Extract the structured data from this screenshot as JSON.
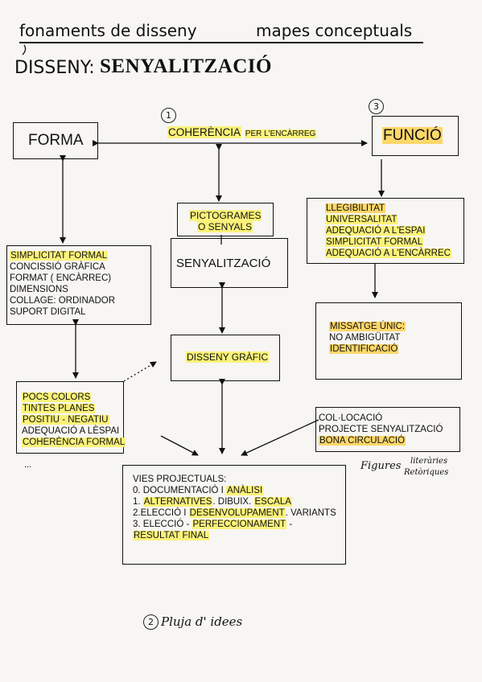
{
  "header": {
    "subject": "fonaments de disseny",
    "topic": "mapes conceptuals"
  },
  "title": {
    "label": "DISSENY:",
    "value": "SENYALITZACIÓ"
  },
  "nodes": {
    "forma": "FORMA",
    "funcio": "FUNCIÓ",
    "coherencia_a": "COHERÈNCIA",
    "coherencia_b": "PER L'ENCÀRREG",
    "pictogrames_1": "PICTOGRAMES",
    "pictogrames_2": "O SENYALS",
    "senyalitzacio": "SENYALITZACIÓ",
    "disseny_grafic": "DISSENY GRÀFIC"
  },
  "markers": {
    "num1": "1",
    "num2": "2",
    "num3": "3"
  },
  "forma_list": [
    "SIMPLICITAT FORMAL",
    "CONCISSIÓ GRÀFICA",
    "FORMAT ( ENCÀRREC)",
    "DIMENSIONS",
    "COLLAGE: ORDINADOR",
    "SUPORT DIGITAL"
  ],
  "funcio_list": [
    "LLEGIBILITAT",
    "UNIVERSALITAT",
    "ADEQUACIÓ A L'ESPAI",
    "SIMPLICITAT FORMAL",
    "ADEQUACIÓ A L'ENCÀRREC"
  ],
  "missatge_list": [
    "MISSATGE ÚNIC:",
    "NO AMBIGÜITAT",
    "IDENTIFICACIÓ"
  ],
  "colors_list": [
    "POCS COLORS",
    "TINTES PLANES",
    "POSITIU - NEGATIU",
    "ADEQUACIÓ A LÈSPAI",
    "COHERÈNCIA FORMAL"
  ],
  "colors_more": "...",
  "colocacio_list": [
    "COL·LOCACIÓ",
    "PROJECTE SENYALITZACIÓ",
    "BONA CIRCULACIÓ"
  ],
  "vies": {
    "title": "VIES PROJECTUALS:",
    "l1a": "0. DOCUMENTACIÓ I ",
    "l1b": "ANÀLISI",
    "l2a": "1. ",
    "l2b": "ALTERNATIVES",
    "l2c": ". DIBUIX. ",
    "l2d": "ESCALA",
    "l3a": "2.ELECCIÓ I ",
    "l3b": "DESENVOLUPAMENT",
    "l3c": ". VARIANTS",
    "l4a": "3. ELECCIÓ - ",
    "l4b": "PERFECCIONAMENT",
    "l4c": " -",
    "l5": "RESULTAT FINAL"
  },
  "side_note": {
    "figures": "Figures",
    "literaries": "literàries",
    "retoriques": "Retòriques"
  },
  "footer_note": "Pluja d' idees",
  "colors": {
    "highlight_yellow": "#fbf27a",
    "highlight_orange": "#fcd76a",
    "ink": "#111111"
  }
}
